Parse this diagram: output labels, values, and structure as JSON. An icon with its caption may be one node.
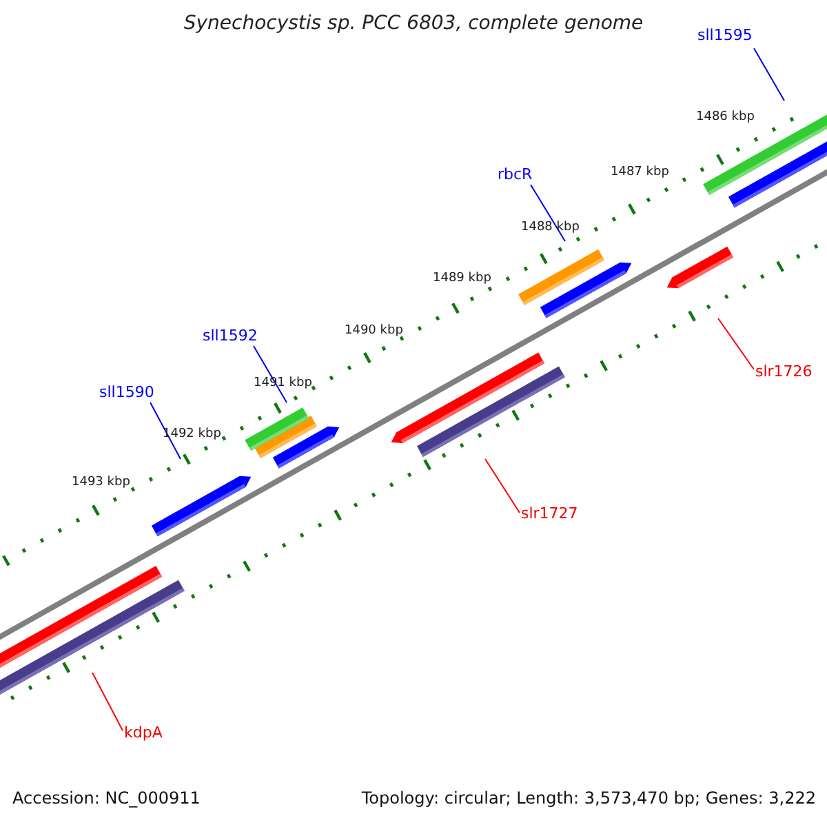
{
  "diagram": {
    "title": "Synechocystis sp. PCC 6803, complete genome",
    "nodes": [
      {
        "text": [
          "sll1595"
        ]
      },
      {
        "text": [
          "rbcR"
        ]
      },
      {
        "text": [
          "sll1592"
        ]
      },
      {
        "text": [
          "sll1590"
        ]
      },
      {
        "text": [
          "slr1726"
        ]
      },
      {
        "text": [
          "slr1727"
        ]
      },
      {
        "text": [
          "kdpA"
        ]
      },
      {
        "text": [],
        "shape": "bar"
      },
      {
        "text": [],
        "shape": "bar"
      },
      {
        "text": [],
        "shape": "bar"
      },
      {
        "text": [],
        "shape": "bar"
      },
      {
        "text": [],
        "shape": "bar"
      },
      {
        "text": [],
        "shape": "bar"
      },
      {
        "text": [],
        "shape": "bar"
      }
    ],
    "edges": [
      {
        "from": 0,
        "to": 7,
        "arrow": "none"
      },
      {
        "from": 1,
        "to": 8,
        "arrow": "none"
      },
      {
        "from": 2,
        "to": 9,
        "arrow": "none"
      },
      {
        "from": 3,
        "to": 10,
        "arrow": "none"
      },
      {
        "from": 4,
        "to": 11,
        "arrow": "none",
        "color": "#ff0000"
      },
      {
        "from": 5,
        "to": 12,
        "arrow": "none",
        "color": "#ff0000"
      },
      {
        "from": 6,
        "to": 13,
        "arrow": "none",
        "color": "#ff0000"
      }
    ],
    "labels": [
      "1486 kbp",
      "1487 kbp",
      "1488 kbp",
      "1489 kbp",
      "1490 kbp",
      "1491 kbp",
      "1492 kbp",
      "1493 kbp",
      "Accession: NC_000911",
      "Topology: circular; Length: 3,573,470 bp; Genes: 3,222"
    ]
  }
}
